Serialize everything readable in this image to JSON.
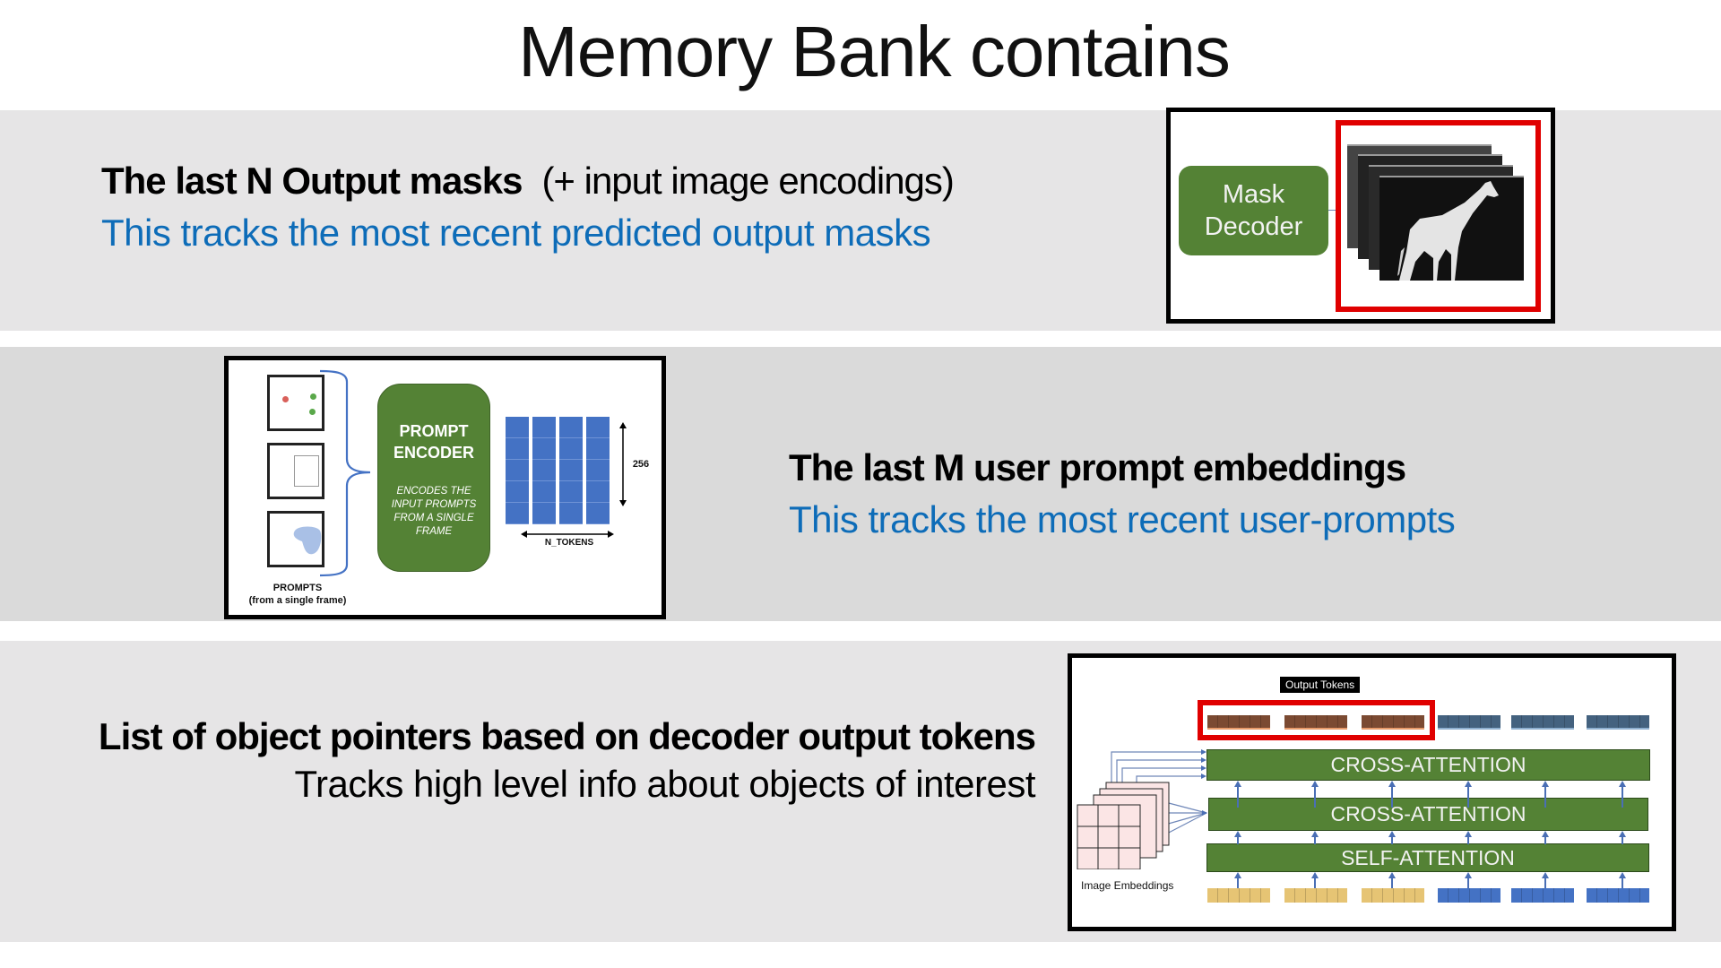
{
  "slide": {
    "title": "Memory Bank contains"
  },
  "sections": [
    {
      "heading": "The last N Output masks",
      "heading_suffix": "(+ input image encodings)",
      "description": "This tracks the most recent predicted output masks",
      "figure": {
        "decoder_label_line1": "Mask",
        "decoder_label_line2": "Decoder",
        "mask_frame_count": 4
      }
    },
    {
      "heading": "The last M user prompt embeddings",
      "description": "This tracks the most recent user-prompts",
      "figure": {
        "encoder_title_line1": "PROMPT",
        "encoder_title_line2": "ENCODER",
        "encoder_desc": [
          "ENCODES THE",
          "INPUT PROMPTS",
          "FROM A SINGLE",
          "FRAME"
        ],
        "prompts_label": "PROMPTS",
        "prompts_sublabel": "(from a single frame)",
        "dim_label": "256",
        "tokens_label": "N_TOKENS",
        "prompt_types": [
          "points",
          "box",
          "mask"
        ]
      }
    },
    {
      "heading": "List of object pointers based on decoder output tokens",
      "description": "Tracks high level info about  objects of interest",
      "figure": {
        "output_tokens_label": "Output Tokens",
        "layers": [
          "CROSS-ATTENTION",
          "CROSS-ATTENTION",
          "SELF-ATTENTION"
        ],
        "image_embeddings_label": "Image Embeddings"
      }
    }
  ],
  "colors": {
    "accent_blue": "#0d6cb8",
    "green_block": "#548235",
    "highlight_red": "#e00000",
    "band_gray": "#e6e5e6",
    "band_gray_dark": "#dadada"
  }
}
